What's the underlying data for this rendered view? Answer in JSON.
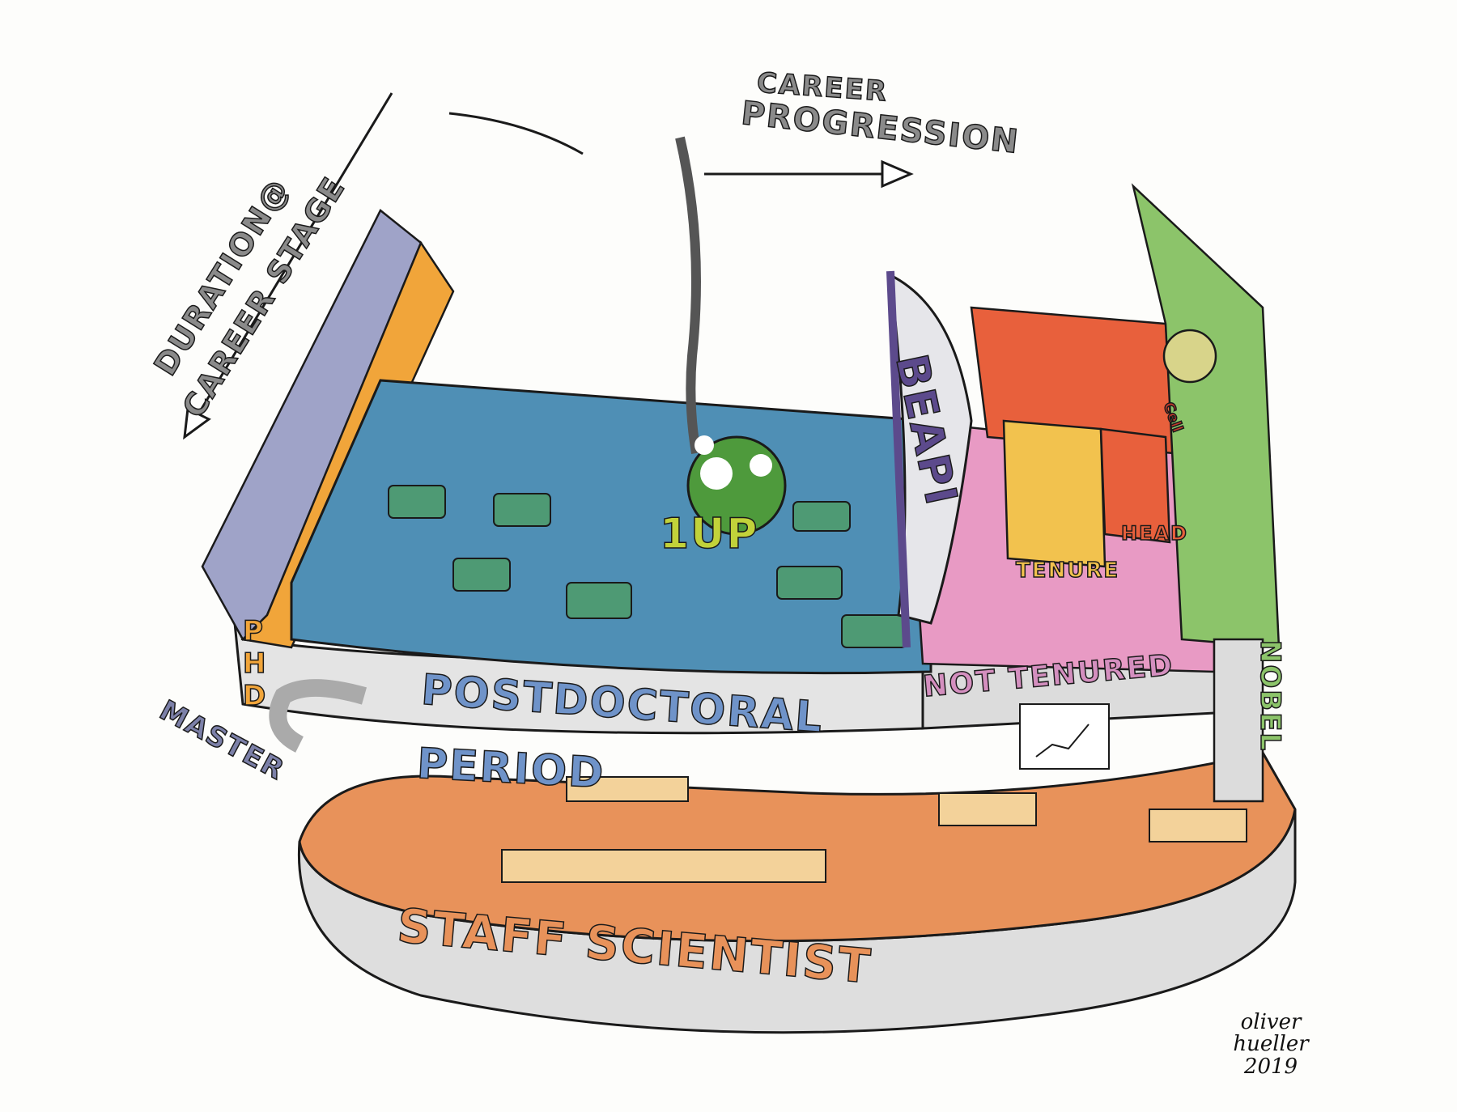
{
  "illustration": {
    "axes": {
      "horizontal_label_line1": "CAREER",
      "horizontal_label_line2": "PROGRESSION",
      "vertical_label_line1": "DURATION@",
      "vertical_label_line2": "CAREER STAGE"
    },
    "stages": {
      "master": "MASTER",
      "phd": "PHD",
      "postdoc_line1": "POSTDOCTORAL",
      "postdoc_line2": "PERIOD",
      "staff_scientist": "STAFF SCIENTIST",
      "not_tenured": "NOT TENURED",
      "tenure": "TENURE",
      "head": "HEAD",
      "nobel": "NOBEL"
    },
    "props": {
      "one_up": "1UP",
      "banner": "BEAPI",
      "cell_sign": "Cell"
    },
    "signature": {
      "line1": "oliver",
      "line2": "hueller",
      "year": "2019"
    },
    "colors": {
      "pool_water": "#4f8fb5",
      "staff_floor": "#e8925a",
      "not_tenured_floor": "#e89ac4",
      "tenure_step": "#f2c24e",
      "head_step": "#e8603c",
      "nobel_green": "#8cc46a",
      "phd_orange": "#f1a53a",
      "master_lavender": "#9fa3c8",
      "wall_gray": "#dadada",
      "ink": "#1a1a1a"
    }
  }
}
